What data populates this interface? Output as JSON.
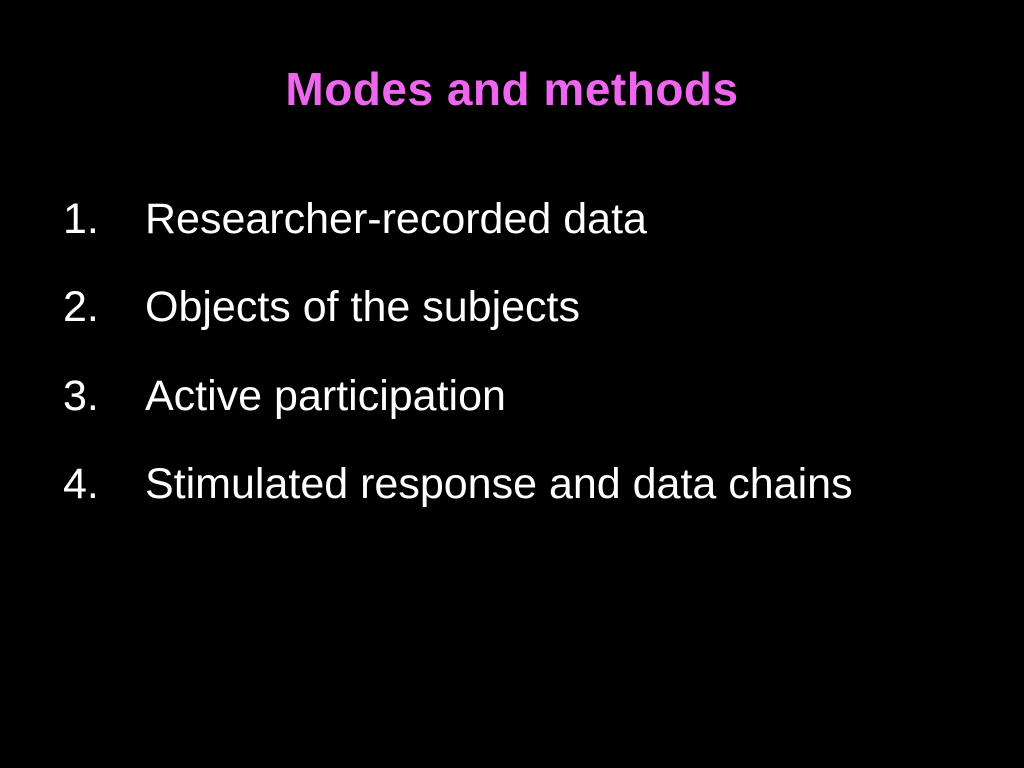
{
  "slide": {
    "title": "Modes and methods",
    "title_color": "#ee66ee",
    "background_color": "#000000",
    "text_color": "#ffffff",
    "list": {
      "items": [
        {
          "number": "1.",
          "label": "Researcher-recorded data"
        },
        {
          "number": "2.",
          "label": "Objects of the subjects"
        },
        {
          "number": "3.",
          "label": "Active participation"
        },
        {
          "number": "4.",
          "label": "Stimulated response and data chains"
        }
      ]
    }
  }
}
